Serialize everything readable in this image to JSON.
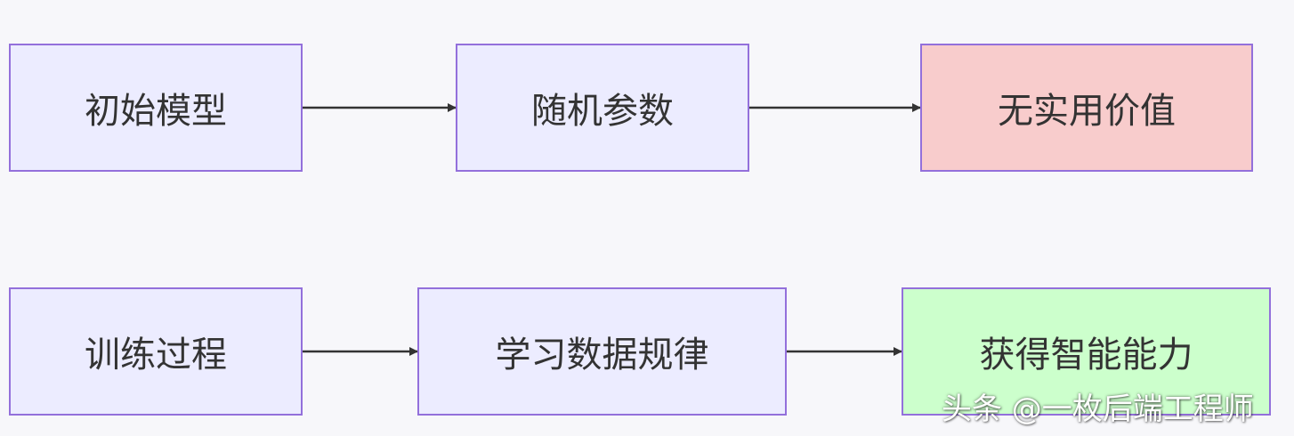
{
  "colors": {
    "node_fill": "#ececff",
    "node_stroke": "#9370db",
    "bad_fill": "#f8cccc",
    "good_fill": "#ccffcc",
    "edge": "#333333"
  },
  "rows": [
    {
      "nodes": [
        {
          "label": "初始模型"
        },
        {
          "label": "随机参数"
        },
        {
          "label": "无实用价值"
        }
      ]
    },
    {
      "nodes": [
        {
          "label": "训练过程"
        },
        {
          "label": "学习数据规律"
        },
        {
          "label": "获得智能能力"
        }
      ]
    }
  ],
  "watermark": "头条 @一枚后端工程师"
}
